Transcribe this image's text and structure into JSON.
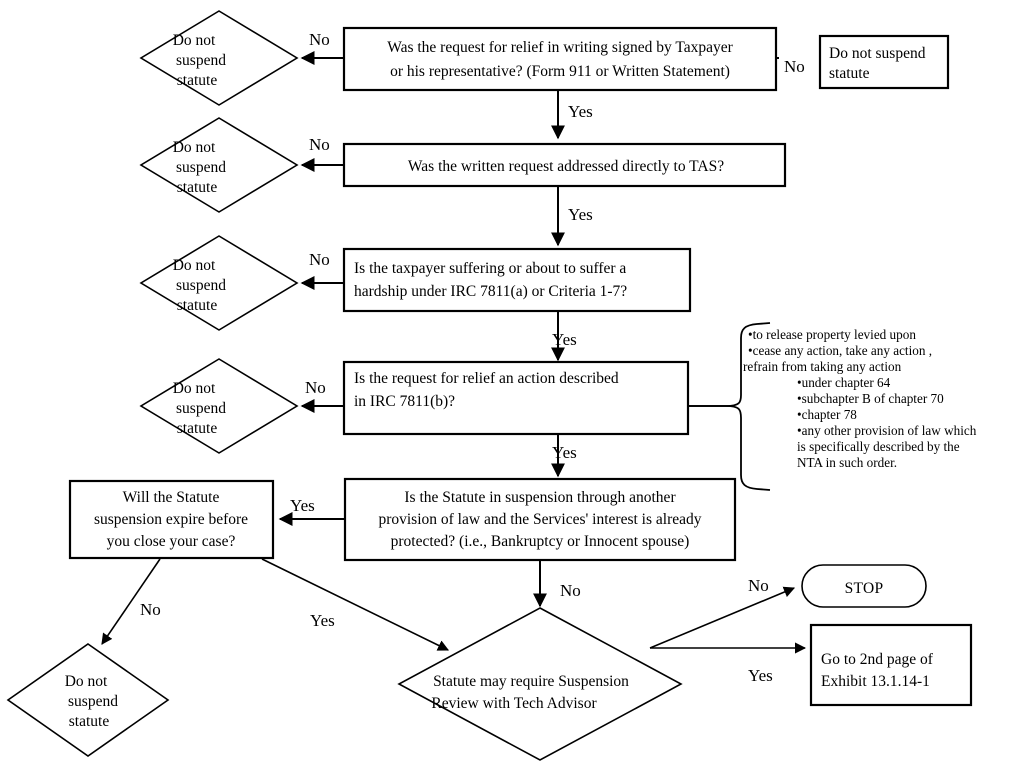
{
  "document": {
    "title": "Statute Suspension Decision Flowchart",
    "type": "flowchart",
    "background_color": "#ffffff",
    "line_color": "#000000"
  },
  "nodes": {
    "q1": {
      "shape": "rectangle",
      "lines": [
        "Was the request for relief in writing signed by Taxpayer",
        "or his representative?  (Form 911 or Written Statement)"
      ]
    },
    "q2": {
      "shape": "rectangle",
      "lines": [
        "Was the written request addressed directly to TAS?"
      ]
    },
    "q3": {
      "shape": "rectangle",
      "lines": [
        "Is the taxpayer suffering or about to suffer a",
        "hardship  under IRC 7811(a) or Criteria 1-7?"
      ]
    },
    "q4": {
      "shape": "rectangle",
      "lines": [
        "Is the request for relief an action described",
        "in IRC 7811(b)?"
      ]
    },
    "q5": {
      "shape": "rectangle",
      "lines": [
        "Is the Statute in suspension through another",
        "provision of law and the Services' interest is already",
        "protected? (i.e., Bankruptcy or Innocent spouse)"
      ]
    },
    "q6": {
      "shape": "rectangle",
      "lines": [
        "Will the Statute",
        "suspension expire before",
        "you close your case?"
      ]
    },
    "d1": {
      "shape": "diamond",
      "lines": [
        "Do not",
        "suspend",
        "statute"
      ]
    },
    "d2": {
      "shape": "diamond",
      "lines": [
        "Do not",
        "suspend",
        "statute"
      ]
    },
    "d3": {
      "shape": "diamond",
      "lines": [
        "Do not",
        "suspend",
        "statute"
      ]
    },
    "d4": {
      "shape": "diamond",
      "lines": [
        "Do not",
        "suspend",
        "statute"
      ]
    },
    "d5": {
      "shape": "diamond",
      "lines": [
        "Do not",
        "suspend",
        "statute"
      ]
    },
    "r1": {
      "shape": "rectangle",
      "lines": [
        "Do not suspend",
        "statute"
      ]
    },
    "review": {
      "shape": "diamond",
      "lines": [
        "Statute may require Suspension",
        "Review with Tech Advisor"
      ]
    },
    "stop": {
      "shape": "terminator",
      "lines": [
        "STOP"
      ]
    },
    "goto2": {
      "shape": "rectangle",
      "lines": [
        "Go to 2nd page of",
        "Exhibit 13.1.14-1"
      ]
    }
  },
  "note": {
    "lines": [
      "•to release property levied upon",
      "•cease any action, take any action ,",
      "refrain from taking any action"
    ],
    "sub_lines": [
      "•under chapter 64",
      "•subchapter B of chapter 70",
      "•chapter 78",
      "•any other provision of law which",
      "is specifically described by the",
      "NTA in such order."
    ]
  },
  "edge_labels": {
    "q1_no_left": "No",
    "q1_no_right": "No",
    "q1_yes": "Yes",
    "q2_no": "No",
    "q2_yes": "Yes",
    "q3_no": "No",
    "q3_yes": "Yes",
    "q4_no": "No",
    "q4_yes": "Yes",
    "q5_yes": "Yes",
    "q5_no": "No",
    "q6_no": "No",
    "q6_yes": "Yes",
    "review_no": "No",
    "review_yes": "Yes"
  },
  "chart_data": {
    "type": "diagram",
    "title": "Statute Suspension Decision Flowchart",
    "flow": [
      {
        "from": "q1",
        "to": "d1",
        "label": "No"
      },
      {
        "from": "q1",
        "to": "r1",
        "label": "No"
      },
      {
        "from": "q1",
        "to": "q2",
        "label": "Yes"
      },
      {
        "from": "q2",
        "to": "d2",
        "label": "No"
      },
      {
        "from": "q2",
        "to": "q3",
        "label": "Yes"
      },
      {
        "from": "q3",
        "to": "d3",
        "label": "No"
      },
      {
        "from": "q3",
        "to": "q4",
        "label": "Yes"
      },
      {
        "from": "q4",
        "to": "d4",
        "label": "No"
      },
      {
        "from": "q4",
        "to": "q5",
        "label": "Yes"
      },
      {
        "from": "q4",
        "to": "note",
        "label": ""
      },
      {
        "from": "q5",
        "to": "q6",
        "label": "Yes"
      },
      {
        "from": "q5",
        "to": "review",
        "label": "No"
      },
      {
        "from": "q6",
        "to": "d5",
        "label": "No"
      },
      {
        "from": "q6",
        "to": "review",
        "label": "Yes"
      },
      {
        "from": "review",
        "to": "stop",
        "label": "No"
      },
      {
        "from": "review",
        "to": "goto2",
        "label": "Yes"
      }
    ]
  }
}
